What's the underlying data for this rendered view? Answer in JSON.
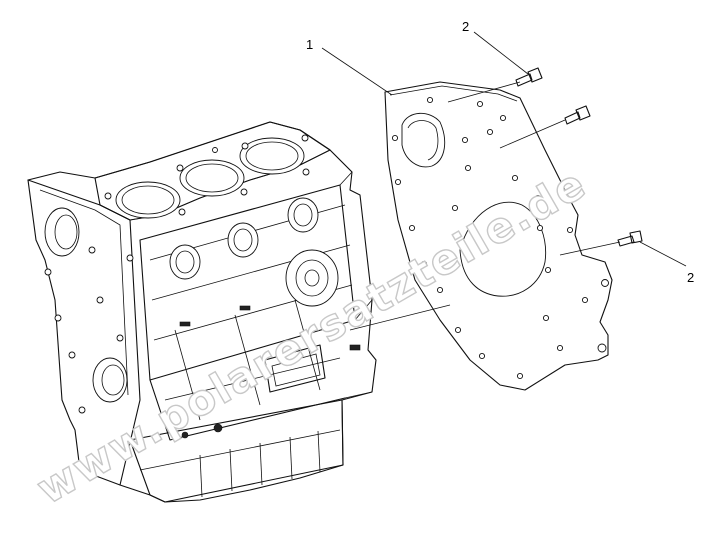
{
  "diagram": {
    "callouts": [
      {
        "number": "1",
        "part": "plate"
      },
      {
        "number": "2",
        "part": "bolt"
      },
      {
        "number": "2",
        "part": "bolt"
      }
    ],
    "watermark": "www.polarersatzteile.de"
  }
}
